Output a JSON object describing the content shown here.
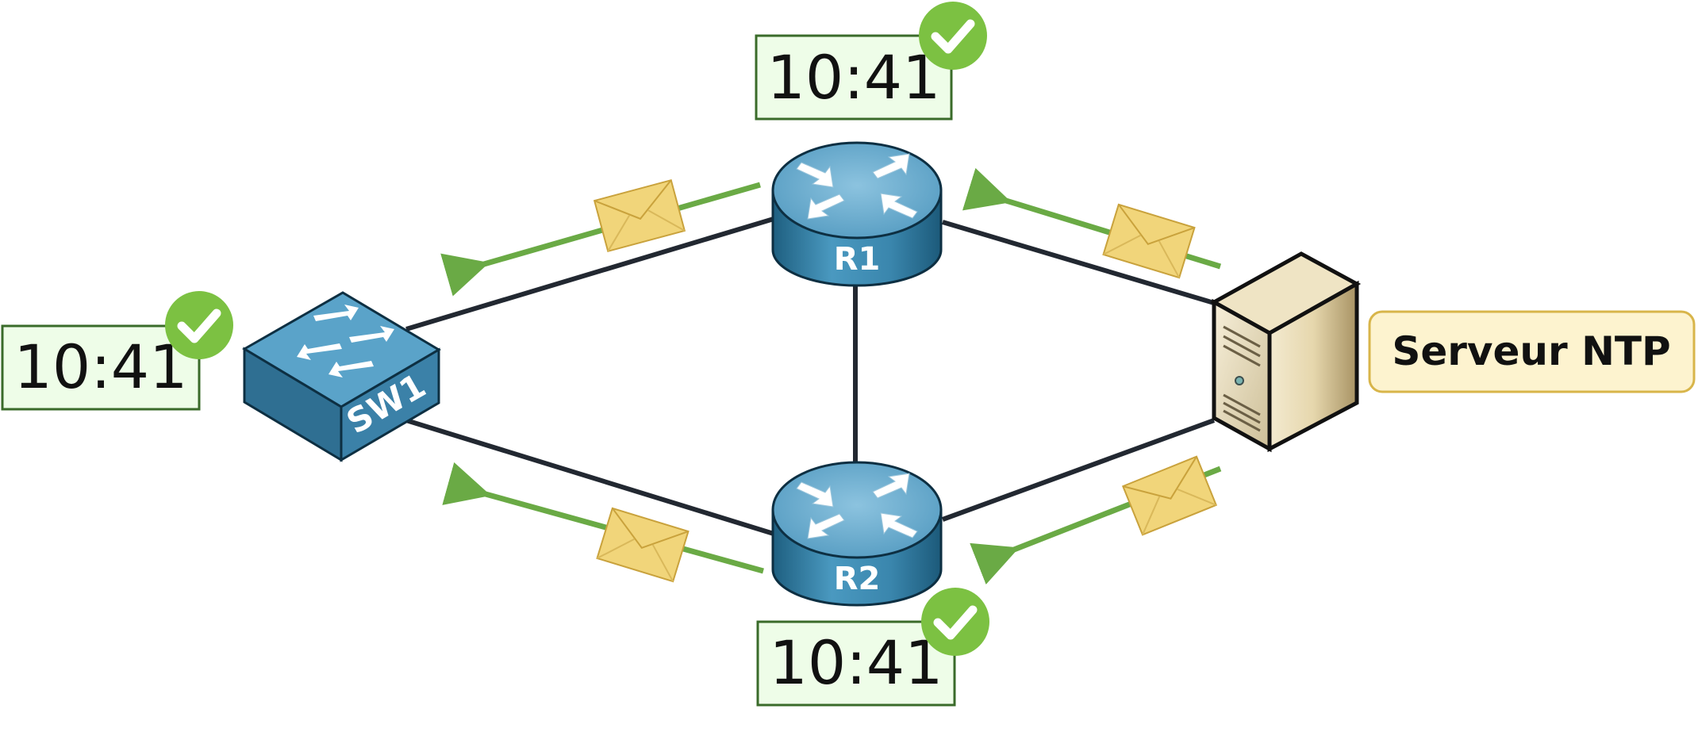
{
  "nodes": {
    "r1": {
      "label": "R1",
      "time": "10:41"
    },
    "r2": {
      "label": "R2",
      "time": "10:41"
    },
    "sw1": {
      "label": "SW1",
      "time": "10:41"
    },
    "server": {
      "label": "Serveur NTP"
    }
  },
  "colors": {
    "link": "#222831",
    "arrow": "#6aaa45",
    "envelope": "#f1d57a",
    "clock_box_fill": "#eefde8",
    "clock_box_border": "#3a6b2a",
    "check": "#7cc142",
    "device_blue": "#3f86ab",
    "server_label_fill": "#fdf3cf",
    "server_label_border": "#d8b54a"
  }
}
